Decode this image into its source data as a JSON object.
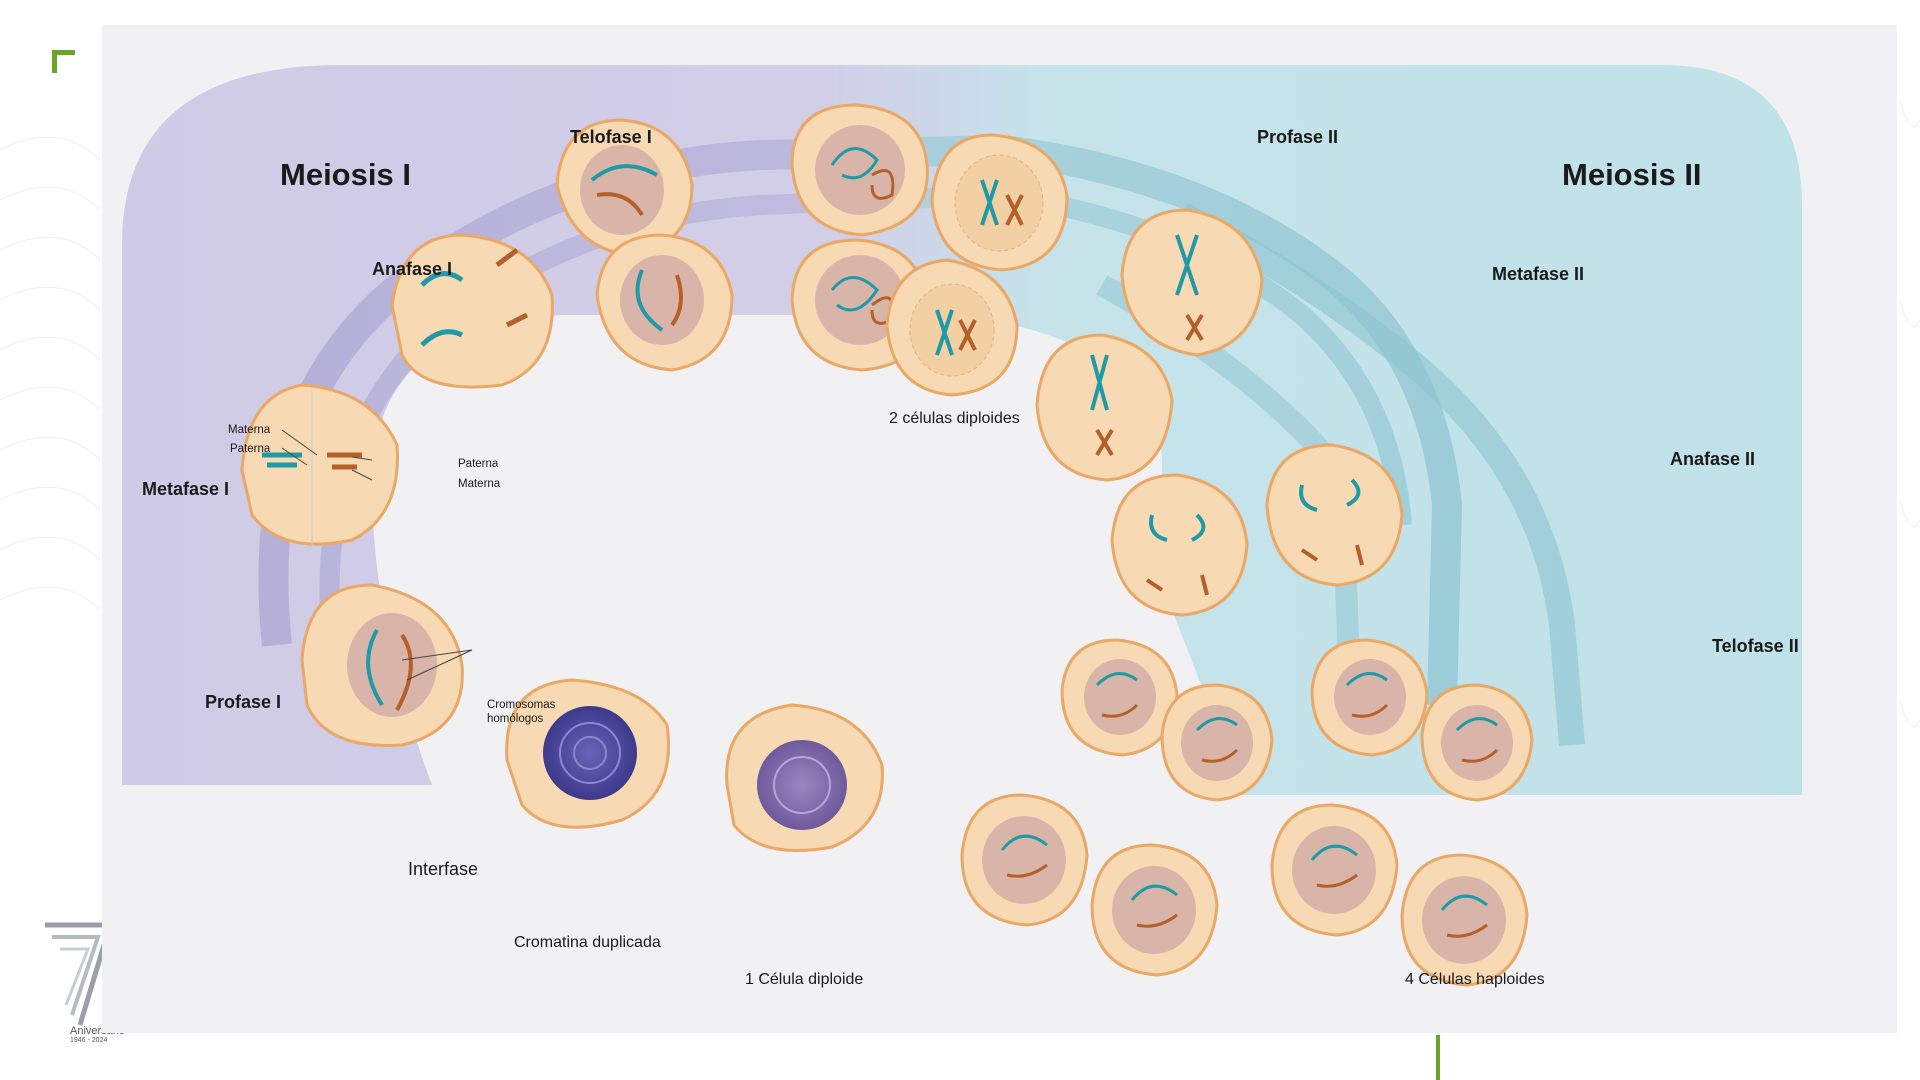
{
  "titles": {
    "meiosis1": "Meiosis I",
    "meiosis2": "Meiosis II"
  },
  "stages": {
    "interfase": "Interfase",
    "profase1": "Profase I",
    "metafase1": "Metafase I",
    "anafase1": "Anafase I",
    "telofase1": "Telofase I",
    "profase2": "Profase II",
    "metafase2": "Metafase II",
    "anafase2": "Anafase II",
    "telofase2": "Telofase II"
  },
  "annotations": {
    "materna_left": "Materna",
    "paterna_left": "Paterna",
    "paterna_right": "Paterna",
    "materna_right": "Materna",
    "cromosomas_line1": "Cromosomas",
    "cromosomas_line2": "homólogos"
  },
  "captions": {
    "cromatina": "Cromatina duplicada",
    "una_celula": "1 Célula diploide",
    "dos_celulas": "2 células diploides",
    "cuatro_celulas": "4 Células haploides"
  },
  "logo": {
    "text": "Aniversario",
    "years": "1946 - 2024"
  },
  "colors": {
    "meiosis1_band": "#cfcbe6",
    "meiosis2_band": "#bfe2e8",
    "cell_fill": "#f7d9b4",
    "cell_stroke": "#e9a866",
    "nucleus": "#c9a9a8",
    "maternal": "#1f9aa6",
    "paternal": "#b55f2b",
    "accent_green": "#6aa42a"
  }
}
